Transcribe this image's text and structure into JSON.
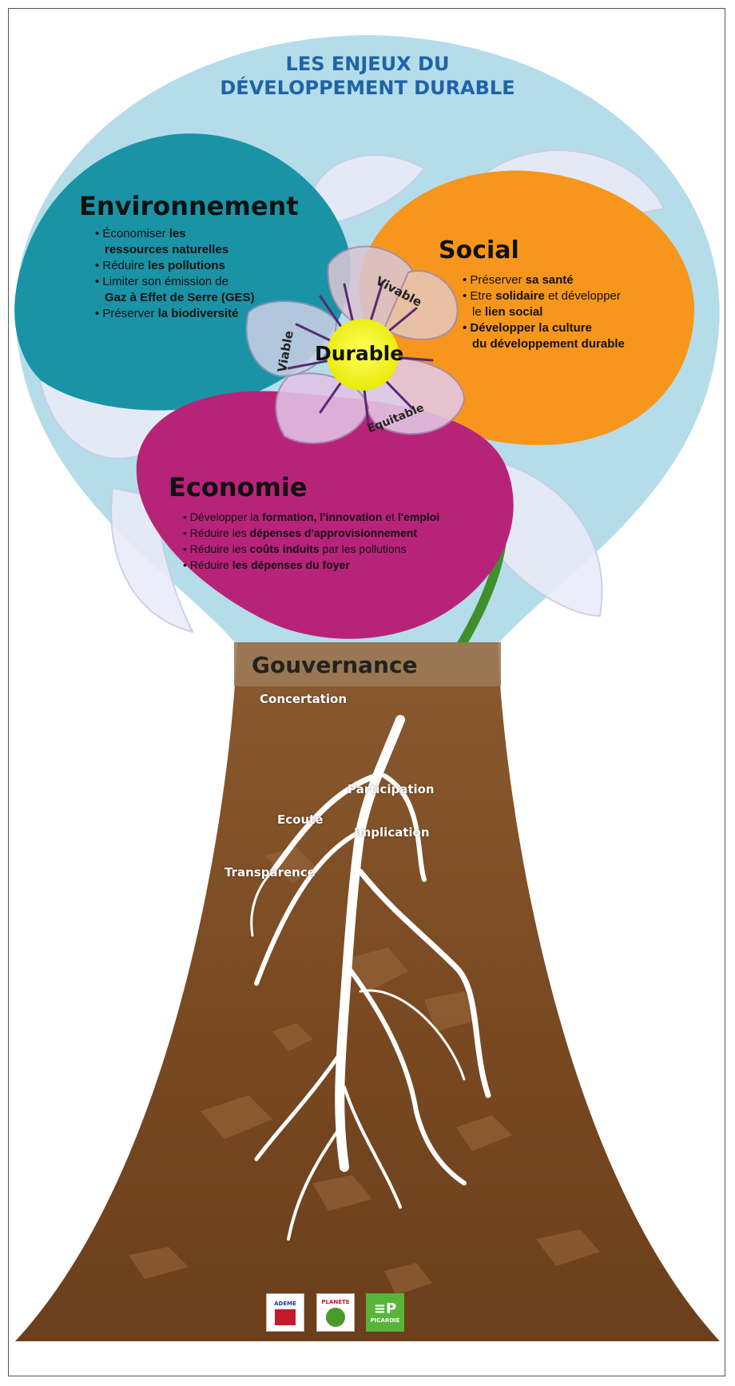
{
  "title": {
    "line1": "LES ENJEUX DU",
    "line2": "DÉVELOPPEMENT DURABLE"
  },
  "environnement": {
    "heading": "Environnement",
    "bullets": [
      {
        "plain": "• Économiser ",
        "bold": "les"
      },
      {
        "plain": "",
        "bold": "ressources naturelles"
      },
      {
        "plain": "• Réduire ",
        "bold": "les pollutions"
      },
      {
        "plain": "• Limiter son émission de",
        "bold": ""
      },
      {
        "plain": "",
        "bold": "Gaz à Effet de Serre (GES)"
      },
      {
        "plain": "• Préserver ",
        "bold": "la biodiversité"
      }
    ]
  },
  "social": {
    "heading": "Social",
    "bullets": [
      {
        "plain": "• Préserver ",
        "bold": "sa santé"
      },
      {
        "plain": "• Etre ",
        "bold": "solidaire",
        "plain2": " et développer"
      },
      {
        "plain": "le ",
        "bold": "lien social"
      },
      {
        "plain": "",
        "bold": "• Développer la culture"
      },
      {
        "plain": "",
        "bold": "du développement durable"
      }
    ]
  },
  "economie": {
    "heading": "Economie",
    "bullets": [
      {
        "plain": "• Développer la ",
        "bold": "formation, l'innovation",
        "plain2": " et ",
        "bold2": "l'emploi"
      },
      {
        "plain": "• Réduire les ",
        "bold": "dépenses d'approvisionnement"
      },
      {
        "plain": "• Réduire les ",
        "bold": "coûts induits",
        "plain2": " par les pollutions"
      },
      {
        "plain": "• Réduire ",
        "bold": "les dépenses du foyer"
      }
    ]
  },
  "center": {
    "durable": "Durable",
    "vivable": "Vivable",
    "viable": "Viable",
    "equitable": "Equitable"
  },
  "gouvernance": {
    "heading": "Gouvernance",
    "roots": [
      "Concertation",
      "Participation",
      "Ecoute",
      "Implication",
      "Transparence"
    ]
  },
  "logos": {
    "ademe": "ADEME",
    "planete": "PLANÈTE",
    "picardie": "PICARDIE"
  },
  "colors": {
    "sky": "#b3dde8",
    "environnement": "#1a93a6",
    "social": "#f7961d",
    "economie": "#b8237a",
    "soil": "#7a4a25",
    "title": "#1f63a8",
    "durable": "#f2f21a",
    "stem": "#4a9a2a"
  }
}
